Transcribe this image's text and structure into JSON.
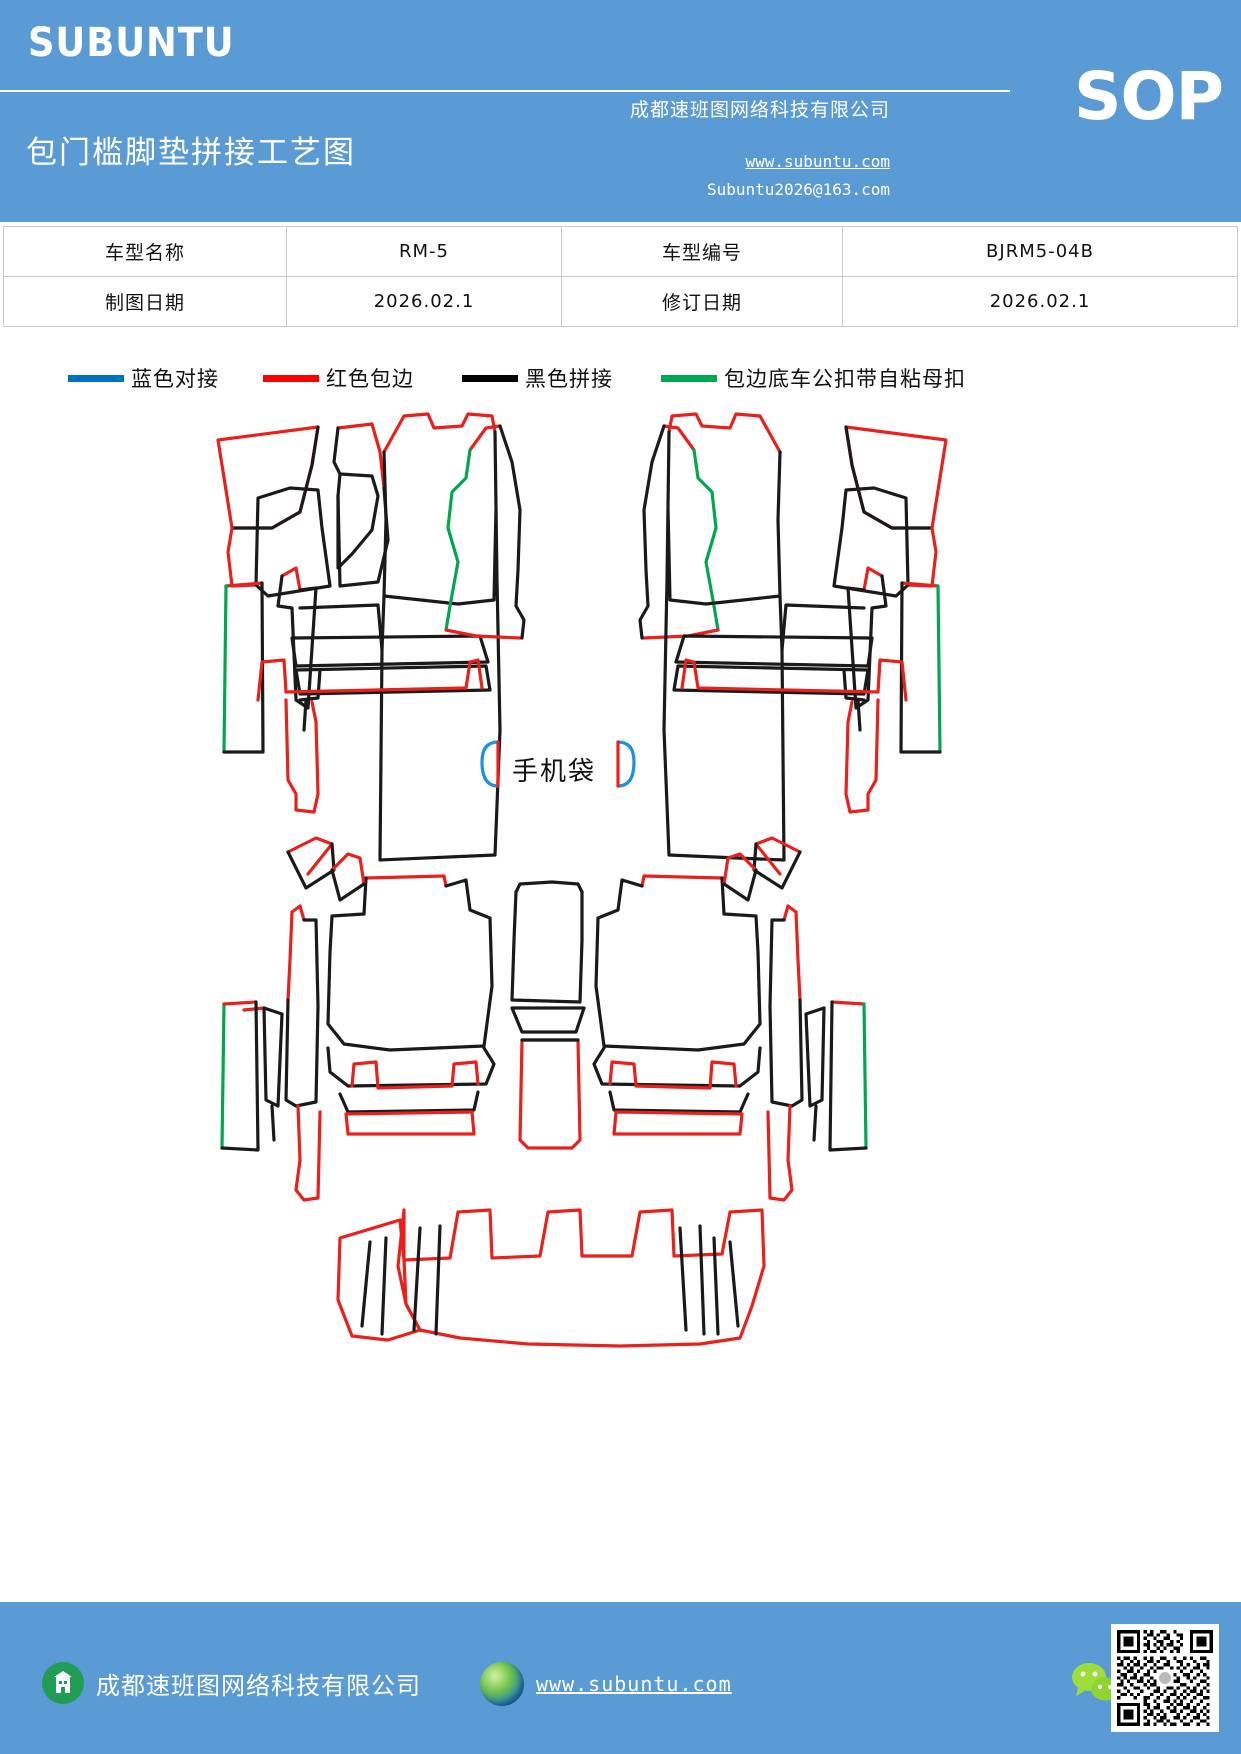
{
  "header": {
    "brand": "SUBUNTU",
    "doc_title": "包门槛脚垫拼接工艺图",
    "company": "成都速班图网络科技有限公司",
    "website": "www.subuntu.com",
    "email": "Subuntu2026@163.com",
    "badge": "SOP",
    "background_color": "#5b9bd5"
  },
  "info_table": {
    "rows": [
      {
        "label1": "车型名称",
        "value1": "RM-5",
        "label2": "车型编号",
        "value2": "BJRM5-04B"
      },
      {
        "label1": "制图日期",
        "value1": "2026.02.1",
        "label2": "修订日期",
        "value2": "2026.02.1"
      }
    ]
  },
  "legend": {
    "items": [
      {
        "label": "蓝色对接",
        "color": "#0070c0"
      },
      {
        "label": "红色包边",
        "color": "#ff0000"
      },
      {
        "label": "黑色拼接",
        "color": "#000000"
      },
      {
        "label": "包边底车公扣带自粘母扣",
        "color": "#00a650"
      }
    ]
  },
  "drawing": {
    "pocket_label": "手机袋",
    "stroke_colors": {
      "red": "#e8211c",
      "black": "#1a1a1a",
      "green": "#00a650",
      "blue": "#1e90e0"
    },
    "description": "汽车脚垫裁片拼接排版图"
  },
  "footer": {
    "company": "成都速班图网络科技有限公司",
    "website": "www.subuntu.com",
    "background_color": "#5b9bd5",
    "icons": {
      "company": "building-icon",
      "website": "globe-icon",
      "wechat": "wechat-icon",
      "qr": "qr-code-icon"
    }
  }
}
